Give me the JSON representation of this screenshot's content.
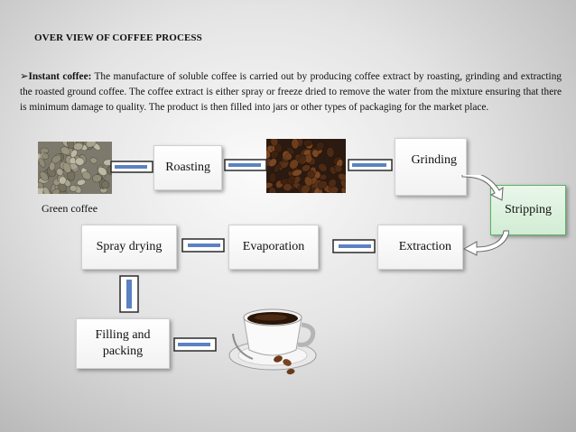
{
  "slide": {
    "title": "OVER VIEW OF COFFEE PROCESS",
    "intro_bold": "Instant coffee:",
    "intro_text": " The manufacture of soluble coffee is carried out by producing coffee extract by roasting, grinding and extracting the roasted ground coffee. The coffee extract is either spray or freeze dried to remove the water from the mixture ensuring that there is minimum damage to quality. The product is then filled into jars or other types of packaging for the market place.",
    "bullet_symbol": "➢"
  },
  "diagram": {
    "image_labels": {
      "green_coffee": "Green coffee"
    },
    "steps": {
      "roasting": "Roasting",
      "grinding": "Grinding",
      "stripping": "Stripping",
      "extraction": "Extraction",
      "evaporation": "Evaporation",
      "spray_drying": "Spray drying",
      "filling_line1": "Filling and",
      "filling_line2": "packing"
    },
    "colors": {
      "arrow_fill": "#5b82c2",
      "arrow_border": "#2a2a2a",
      "stripping_border": "#58b45f",
      "stripping_fill": "#e0f3e1"
    }
  }
}
